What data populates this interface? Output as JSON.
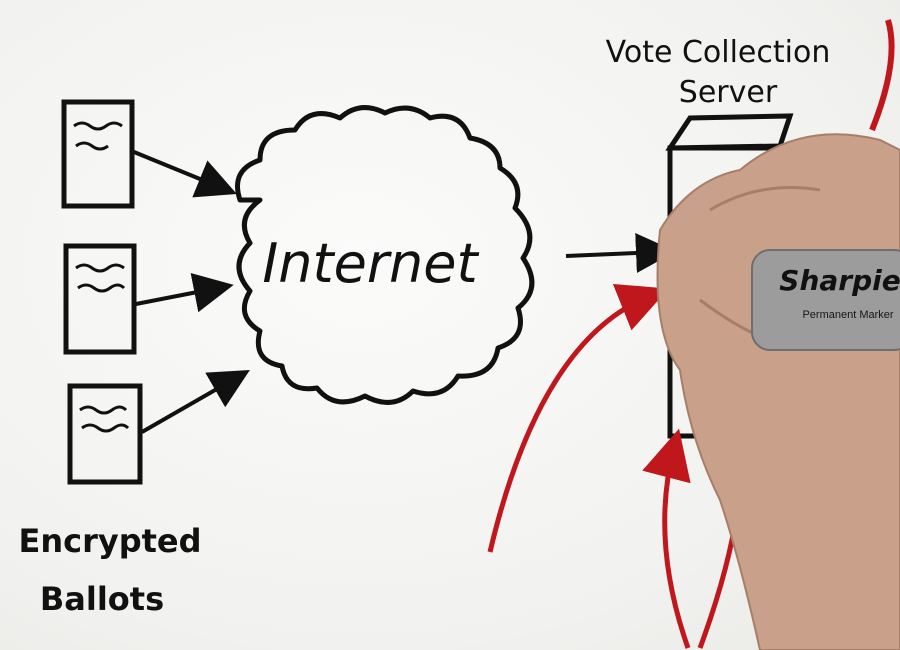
{
  "diagram": {
    "server_label_line1": "Vote Collection",
    "server_label_line2": "Server",
    "cloud_label": "Internet",
    "ballots_label_line1": "Encrypted",
    "ballots_label_line2": "Ballots",
    "marker_brand": "Sharpie",
    "marker_subtext": "Permanent Marker"
  },
  "colors": {
    "ink": "#111111",
    "attack_red": "#c0171d",
    "marker_body": "#9c9c9c",
    "skin": "#c9a08a"
  }
}
